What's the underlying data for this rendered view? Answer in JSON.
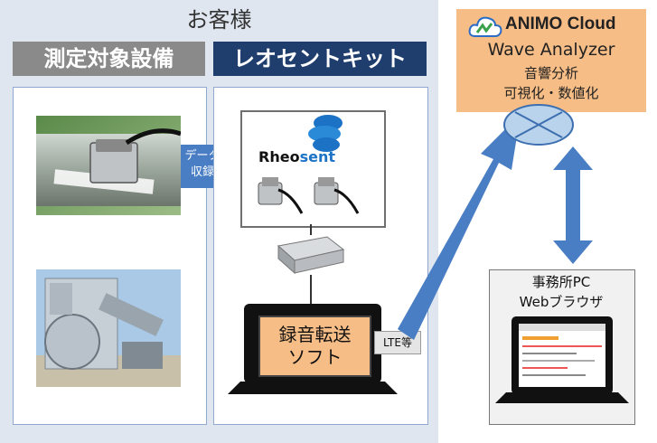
{
  "customer": {
    "title": "お客様"
  },
  "headers": {
    "equipment": "測定対象設備",
    "kit": "レオセントキット"
  },
  "arrow_data_collection": {
    "line1": "データ",
    "line2": "収録"
  },
  "rheosent_logo": {
    "text_left": "Rheo",
    "text_right": "sent"
  },
  "software": {
    "line1": "録音転送",
    "line2": "ソフト"
  },
  "lte_label": "LTE等",
  "cloud": {
    "brand": "ANIMO Cloud",
    "product": "Wave Analyzer",
    "line1": "音響分析",
    "line2": "可視化・数値化"
  },
  "office": {
    "line1": "事務所PC",
    "line2": "Webブラウザ"
  },
  "colors": {
    "kit_blue": "#1f3e6e",
    "equip_gray": "#8a8a8a",
    "software_orange": "#f7bd86",
    "arrow_blue": "#4a7ec4"
  }
}
